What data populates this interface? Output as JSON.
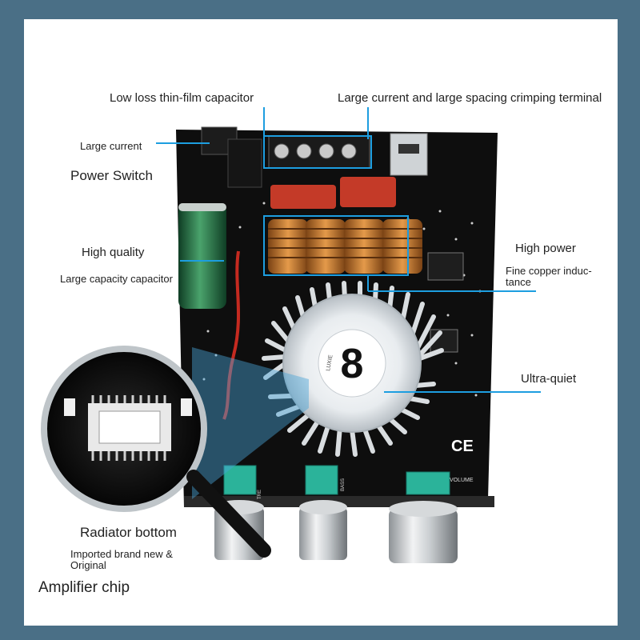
{
  "labels": {
    "capacitor": "Low loss thin-film capacitor",
    "terminal": "Large current and large spacing crimping terminal",
    "large_current": "Large current",
    "power_switch": "Power Switch",
    "high_quality": "High quality",
    "large_capacity": "Large capacity capacitor",
    "high_power": "High power",
    "inductance": "Fine copper induc-\ntance",
    "ultra_quiet": "Ultra-quiet",
    "radiator_bottom": "Radiator bottom",
    "imported": "Imported brand new &\nOriginal",
    "amplifier_chip": "Amplifier chip"
  },
  "board": {
    "fan_logo": "8",
    "fan_brand": "LUXIE",
    "knob_labels": [
      "TRE",
      "BASS",
      "VOLUME"
    ],
    "ce_mark": "CE"
  },
  "colors": {
    "frame": "#4a6f86",
    "annotation_line": "#1d9ee0",
    "pcb": "#0e0e0e",
    "capacitor_red": "#c43a28",
    "copper": "#c77a2e",
    "trimmer_green": "#2bb39a"
  }
}
